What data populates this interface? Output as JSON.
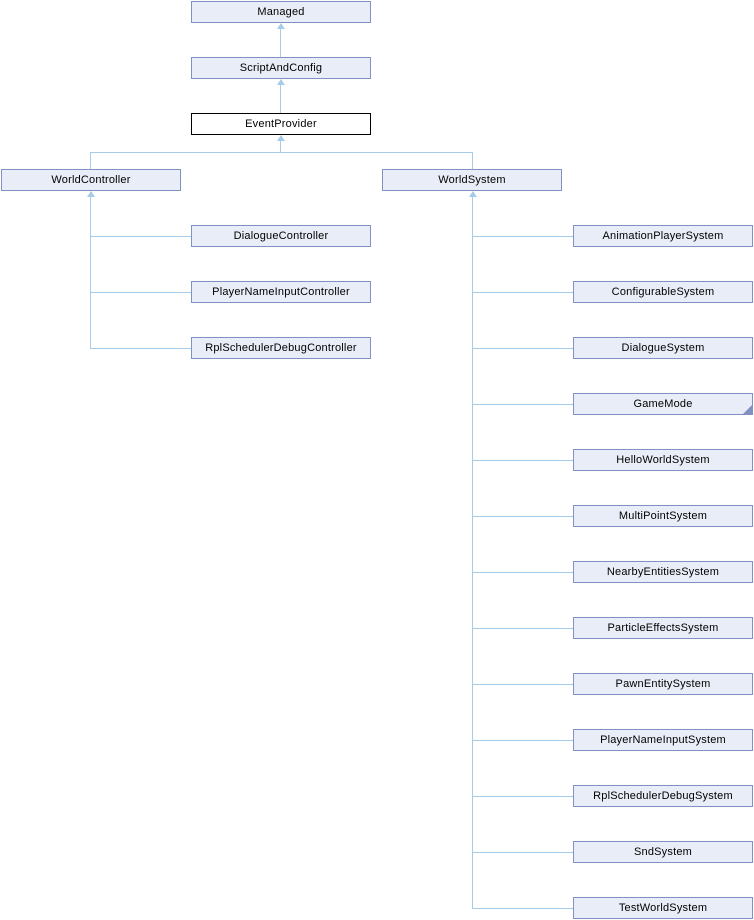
{
  "diagram": {
    "kind": "class-inheritance-diagram",
    "colors": {
      "background": "#ffffff",
      "node-fill": "#e8edf8",
      "node-border": "#8191c1",
      "edge": "#a5cbe8",
      "highlight-fill": "#ffffff",
      "highlight-border": "#000000",
      "text": "#000000"
    },
    "nodes": {
      "managed": {
        "label": "Managed",
        "parent": null
      },
      "script_and_config": {
        "label": "ScriptAndConfig",
        "parent": "Managed"
      },
      "event_provider": {
        "label": "EventProvider",
        "parent": "ScriptAndConfig",
        "current": true
      },
      "world_controller": {
        "label": "WorldController",
        "parent": "EventProvider"
      },
      "world_system": {
        "label": "WorldSystem",
        "parent": "EventProvider"
      },
      "dialogue_controller": {
        "label": "DialogueController",
        "parent": "WorldController"
      },
      "player_name_input_controller": {
        "label": "PlayerNameInputController",
        "parent": "WorldController"
      },
      "rpl_scheduler_debug_controller": {
        "label": "RplSchedulerDebugController",
        "parent": "WorldController"
      },
      "animation_player_system": {
        "label": "AnimationPlayerSystem",
        "parent": "WorldSystem"
      },
      "configurable_system": {
        "label": "ConfigurableSystem",
        "parent": "WorldSystem"
      },
      "dialogue_system": {
        "label": "DialogueSystem",
        "parent": "WorldSystem"
      },
      "game_mode": {
        "label": "GameMode",
        "parent": "WorldSystem",
        "has_subclasses": true
      },
      "hello_world_system": {
        "label": "HelloWorldSystem",
        "parent": "WorldSystem"
      },
      "multi_point_system": {
        "label": "MultiPointSystem",
        "parent": "WorldSystem"
      },
      "nearby_entities_system": {
        "label": "NearbyEntitiesSystem",
        "parent": "WorldSystem"
      },
      "particle_effects_system": {
        "label": "ParticleEffectsSystem",
        "parent": "WorldSystem"
      },
      "pawn_entity_system": {
        "label": "PawnEntitySystem",
        "parent": "WorldSystem"
      },
      "player_name_input_system": {
        "label": "PlayerNameInputSystem",
        "parent": "WorldSystem"
      },
      "rpl_scheduler_debug_system": {
        "label": "RplSchedulerDebugSystem",
        "parent": "WorldSystem"
      },
      "snd_system": {
        "label": "SndSystem",
        "parent": "WorldSystem"
      },
      "test_world_system": {
        "label": "TestWorldSystem",
        "parent": "WorldSystem"
      }
    }
  }
}
